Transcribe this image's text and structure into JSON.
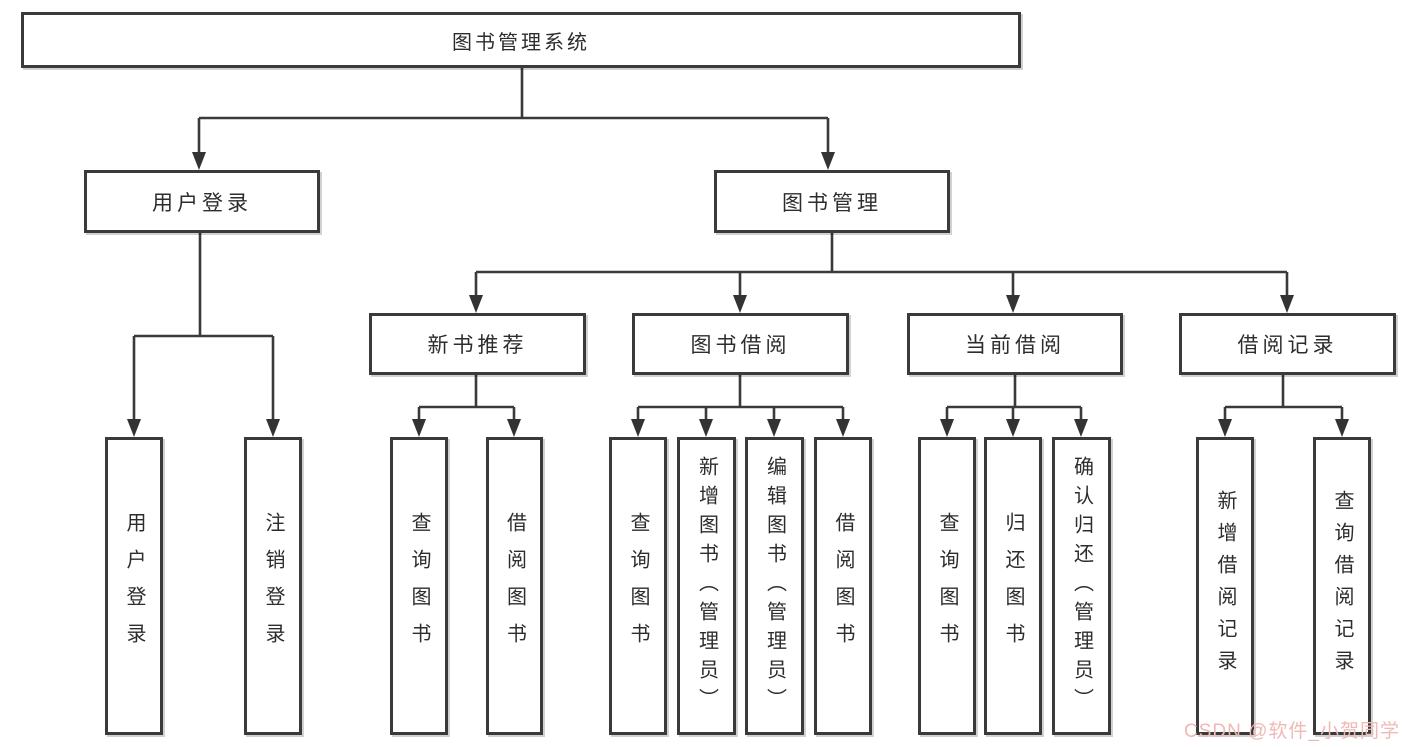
{
  "diagram": {
    "root": {
      "label": "图书管理系统"
    },
    "branches": [
      {
        "label": "用户登录",
        "children": [
          {
            "label": "用户登录"
          },
          {
            "label": "注销登录"
          }
        ]
      },
      {
        "label": "图书管理",
        "children": [
          {
            "label": "新书推荐",
            "children": [
              {
                "label": "查询图书"
              },
              {
                "label": "借阅图书"
              }
            ]
          },
          {
            "label": "图书借阅",
            "children": [
              {
                "label": "查询图书"
              },
              {
                "label": "新增图书（管理员）"
              },
              {
                "label": "编辑图书（管理员）"
              },
              {
                "label": "借阅图书"
              }
            ]
          },
          {
            "label": "当前借阅",
            "children": [
              {
                "label": "查询图书"
              },
              {
                "label": "归还图书"
              },
              {
                "label": "确认归还（管理员）"
              }
            ]
          },
          {
            "label": "借阅记录",
            "children": [
              {
                "label": "新增借阅记录"
              },
              {
                "label": "查询借阅记录"
              }
            ]
          }
        ]
      }
    ]
  },
  "watermark": {
    "text": "CSDN @软件_小贺同学"
  },
  "colors": {
    "line": "#3a3a3a",
    "box_border": "#3a3a3a",
    "text": "#2d2d2d",
    "background": "#ffffff",
    "watermark": "#efb9b5"
  }
}
